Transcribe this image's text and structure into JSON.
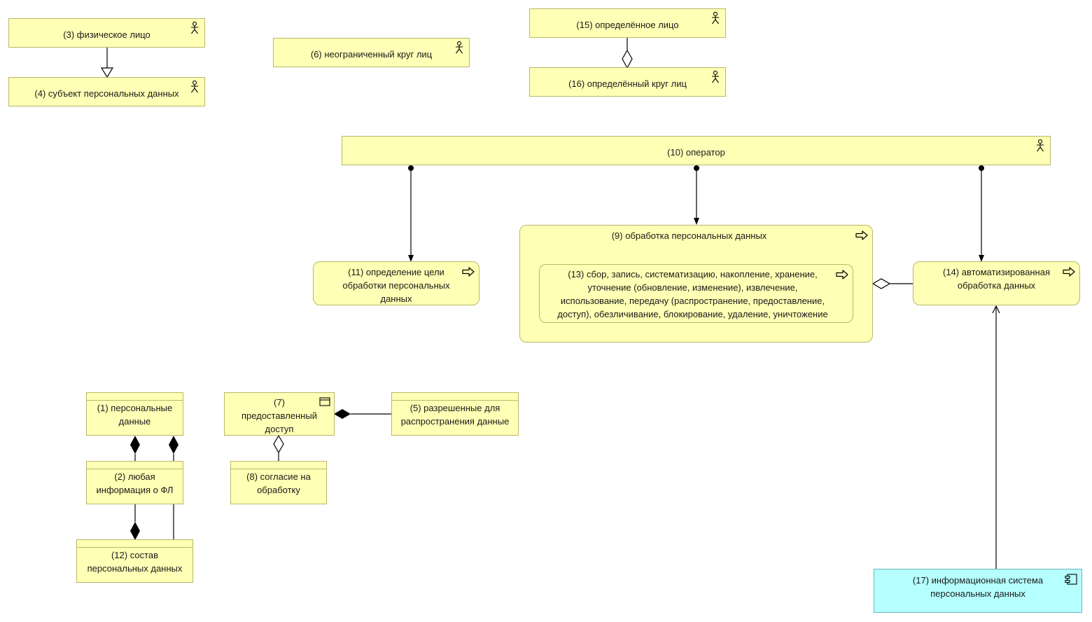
{
  "nodes": {
    "n3": "(3) физическое лицо",
    "n4": "(4) субъект персональных данных",
    "n6": "(6) неограниченный круг лиц",
    "n15": "(15) определённое лицо",
    "n16": "(16) определённый круг лиц",
    "n10": "(10) оператор",
    "n9": "(9) обработка персональных данных",
    "n11": "(11) определение цели обработки персональных данных",
    "n13": "(13) сбор, запись, систематизацию, накопление, хранение, уточнение (обновление, изменение), извлечение, использование, передачу (распространение, предоставление, доступ), обезличивание, блокирование, удаление, уничтожение",
    "n14": "(14) автоматизированная обработка данных",
    "n1": "(1) персональные данные",
    "n2": "(2) любая информация о ФЛ",
    "n12": "(12) состав персональных данных",
    "n7": "(7) предоставленный доступ",
    "n8": "(8) согласие на обработку",
    "n5": "(5) разрешенные для распространения данные",
    "n17": "(17) информационная система персональных данных"
  },
  "icons": {
    "actor": "actor-icon",
    "process": "process-arrow-icon",
    "representation": "representation-icon",
    "component": "component-icon"
  },
  "colors": {
    "element_fill": "#ffffb5",
    "application_fill": "#b5ffff",
    "border": "#b8b86a",
    "line": "#000000"
  }
}
